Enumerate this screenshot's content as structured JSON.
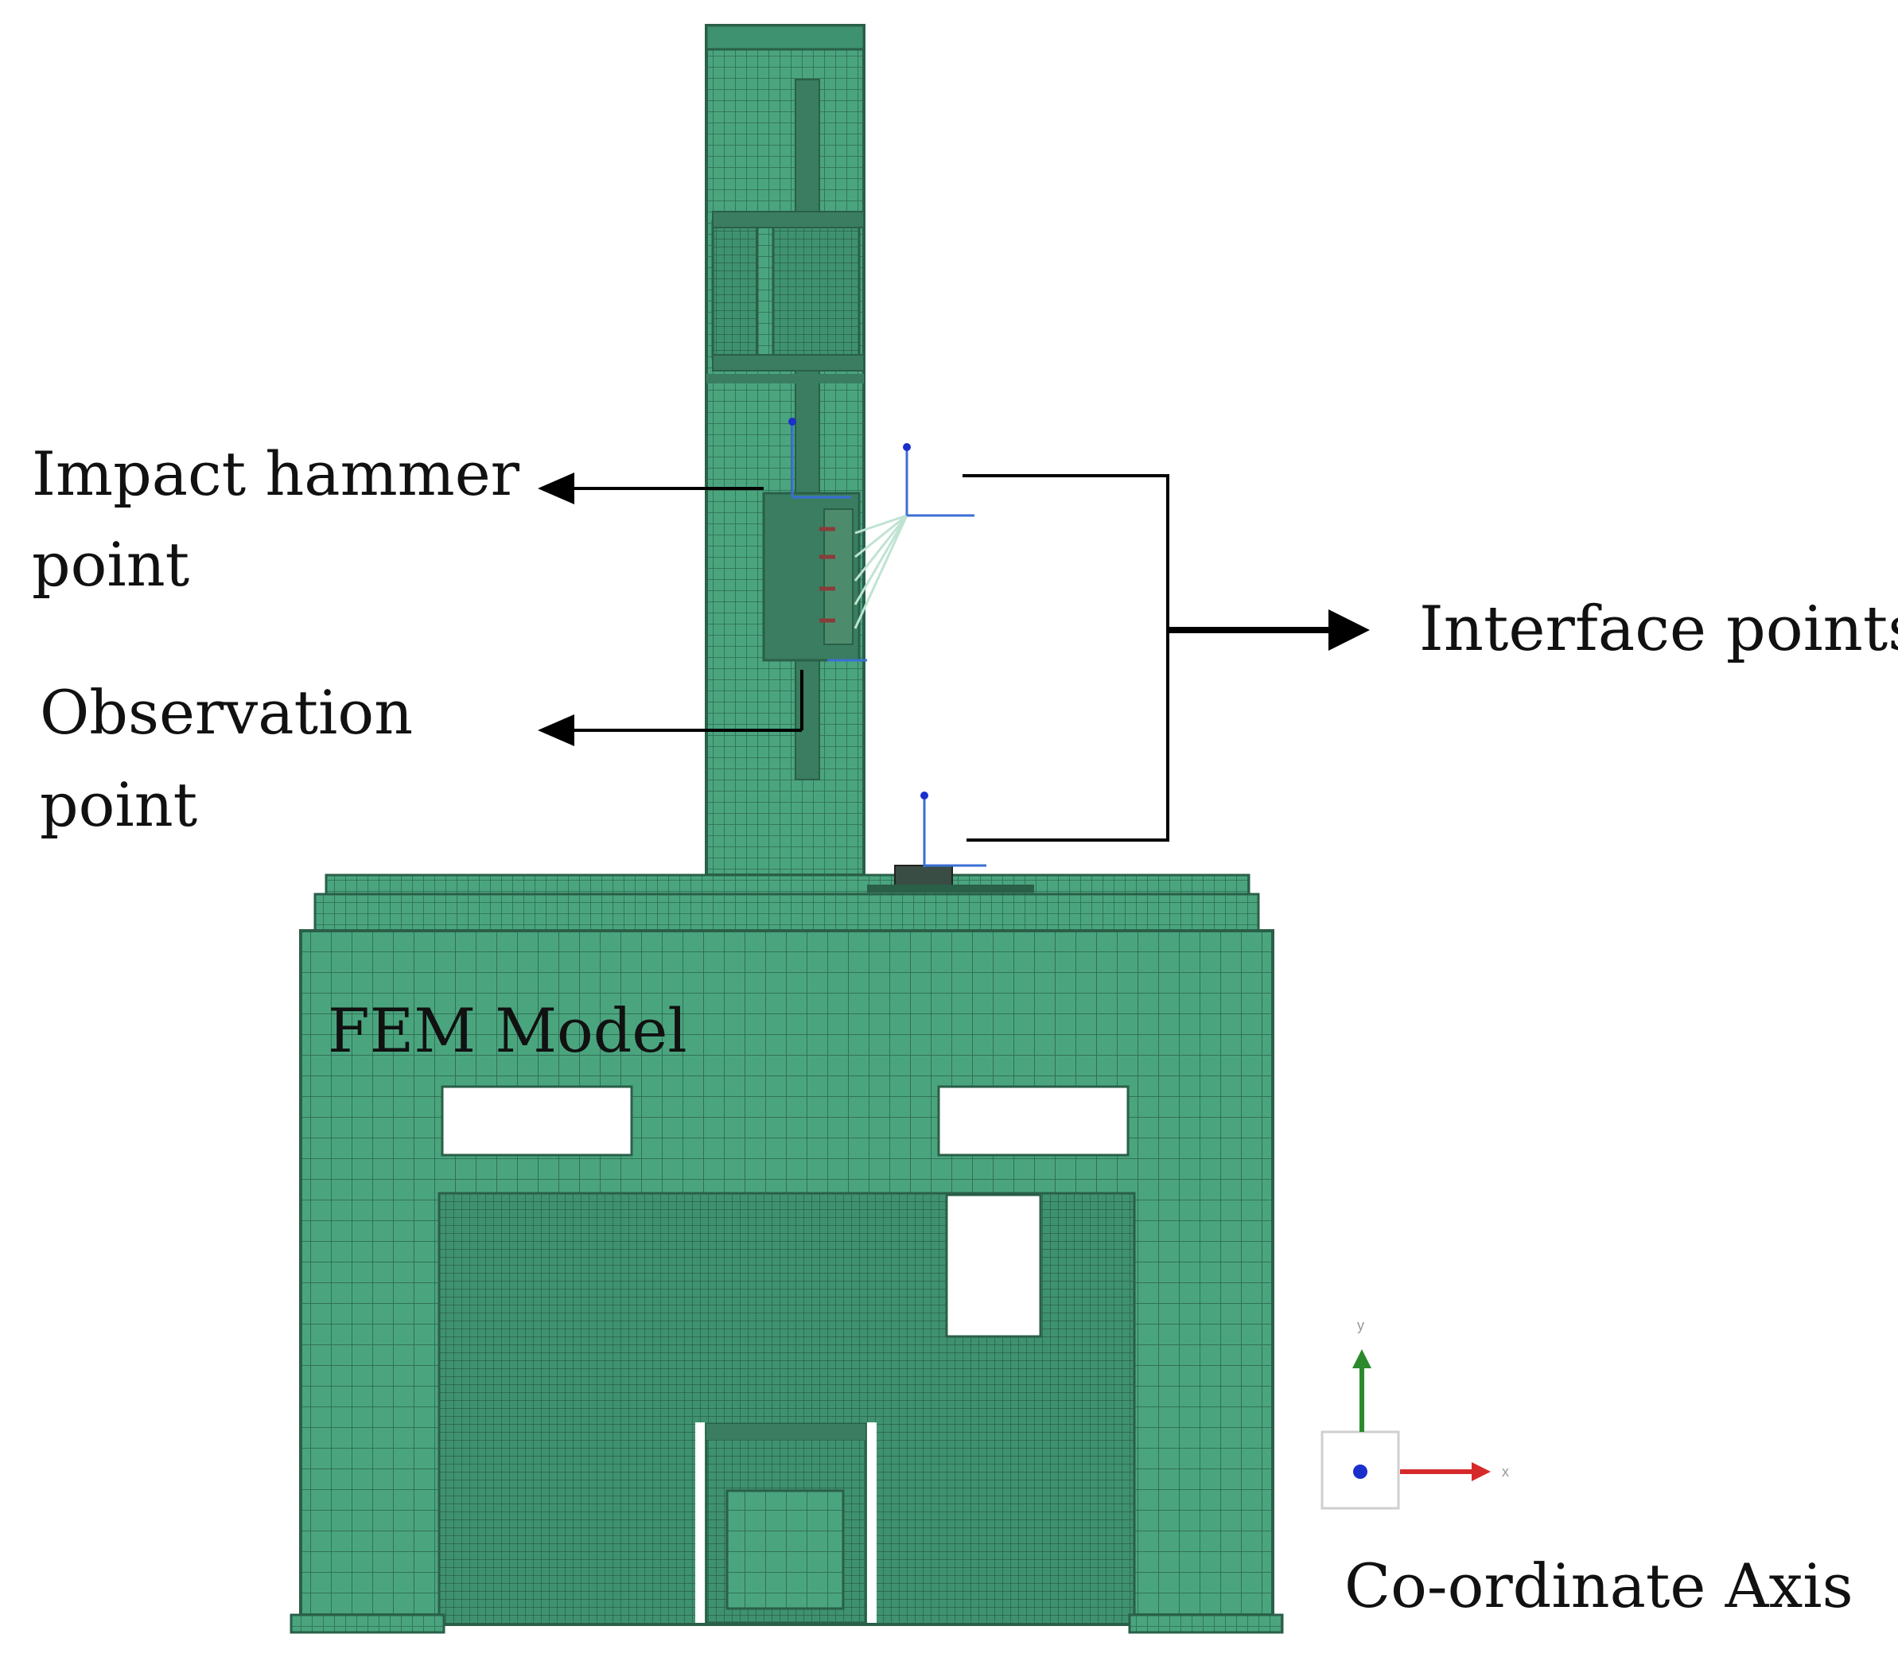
{
  "labels": {
    "impact_line1": "Impact hammer",
    "impact_line2": "point",
    "observation_line1": "Observation",
    "observation_line2": "point",
    "interface": "Interface points",
    "fem_model": "FEM Model",
    "axis": "Co-ordinate Axis"
  },
  "axis_triad": {
    "x_label": "x",
    "y_label": "y"
  },
  "colors": {
    "mesh_green": "#4aa57e",
    "mesh_dark": "#2f6f55",
    "opening": "#ffffff",
    "arrow": "#000000",
    "axis_x": "#d62a2a",
    "axis_y": "#2b8a2b",
    "axis_z": "#1a2fcc",
    "sensor_blue": "#3b6fd6"
  }
}
